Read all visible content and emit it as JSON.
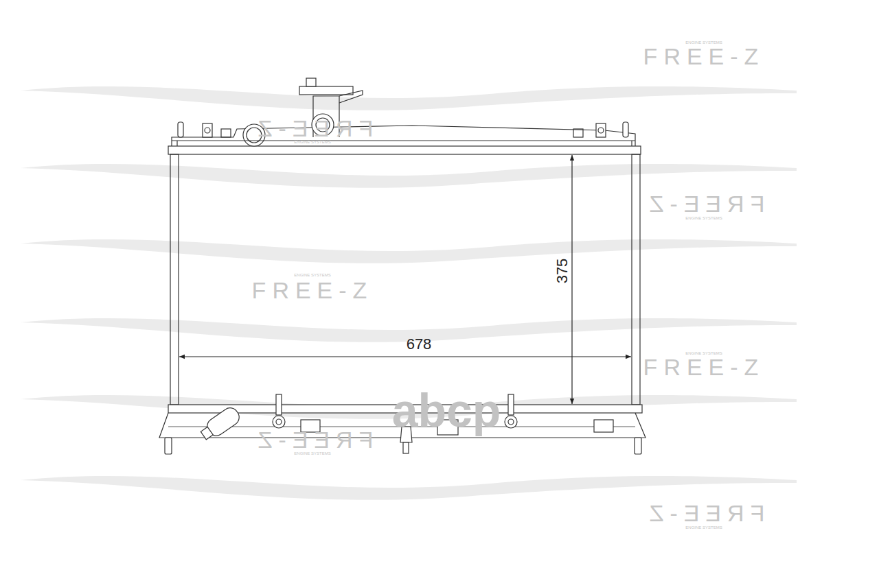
{
  "diagram": {
    "labels": [
      "ENGINE SYSTEMS",
      "FREE-Z",
      "FREE-Z",
      "ENGINE SYSTEMS",
      "FREE-Z",
      "ENGINE SYSTEMS",
      "375",
      "ENGINE SYSTEMS",
      "FREE-Z",
      "678",
      "ENGINE SYSTEMS",
      "FREE-Z",
      "abcp",
      "FREE-Z",
      "ENGINE SYSTEMS",
      "FREE-Z",
      "ENGINE SYSTEMS"
    ]
  }
}
